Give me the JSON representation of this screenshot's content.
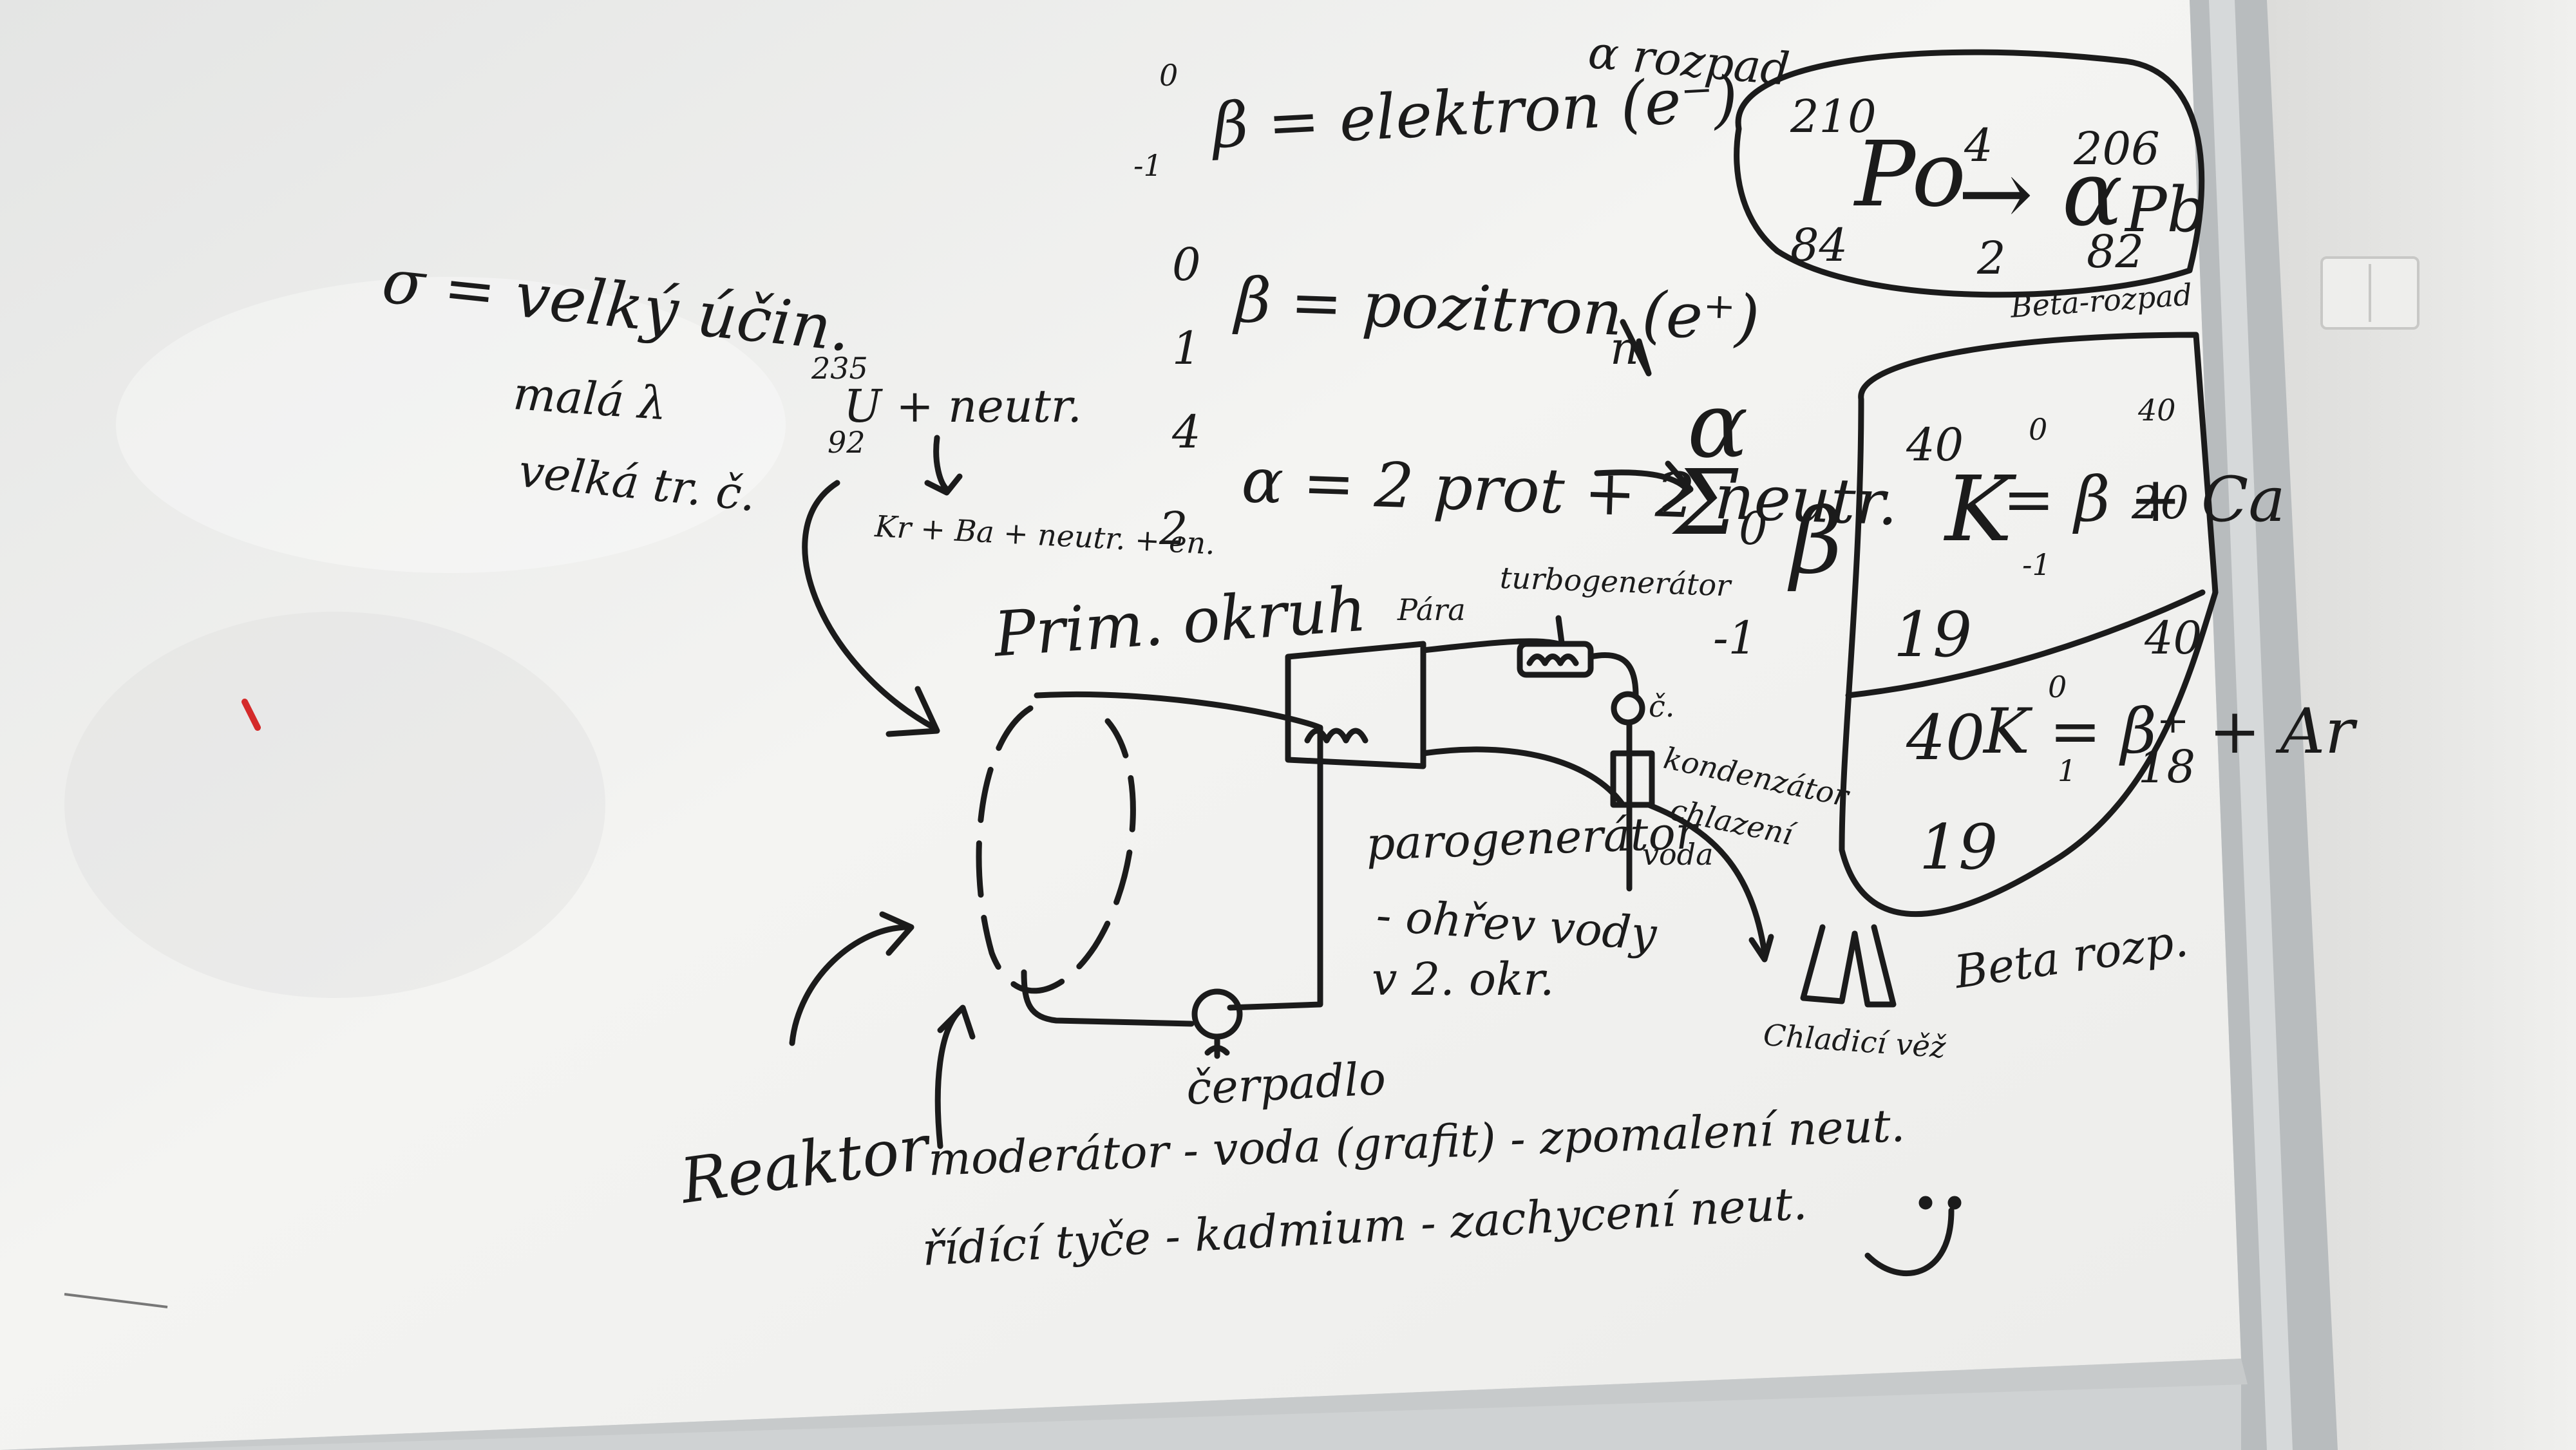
{
  "labels": {
    "alpha_rozpad": "α rozpad",
    "po_mass": "210",
    "po_symbol": "Po",
    "po_atomic": "84",
    "arrow_alpha": "→ α",
    "alpha_mass": "4",
    "alpha_atomic": "2",
    "pb_mass": "206",
    "pb_symbol": "Pb",
    "pb_atomic": "82",
    "beta_rozpad": "Beta-rozpad",
    "k40_mass": "40",
    "k40_symbol": "K",
    "k40_eq": "= β + Ca",
    "k40_atomic": "19",
    "beta_zero": "0",
    "beta_minus_one": "-1",
    "ca_mass": "40",
    "ca_atomic": "20",
    "k40b_mass": "40",
    "k40b_eq": "K = β⁺ + Ar",
    "k40b_atomic": "19",
    "betaplus_zero": "0",
    "betaplus_one": "1",
    "ar_mass": "40",
    "ar_atomic": "18",
    "beta_electron": "β = elektron (e⁻)",
    "beta_electron_top": "0",
    "beta_electron_bottom": "-1",
    "beta_positron": "β = pozitron (e⁺)",
    "beta_positron_top": "0",
    "beta_positron_bottom": "1",
    "alpha_def": "α = 2 prot + 2 neutr.",
    "alpha_top": "4",
    "alpha_bottom": "2",
    "big_alpha": "α",
    "big_beta": "β",
    "big_beta_top": "0",
    "big_beta_bottom": "-1",
    "sigma": "Σ",
    "small_n": "n",
    "sigma_label": "σ = velký účin.",
    "mala_lambda": "malá λ",
    "velka_lambda": "velká tr. č.",
    "u235_mass": "235",
    "u235": "U + neutr.",
    "u235_atomic": "92",
    "fission": "Kr + Ba + neutr. + en.",
    "prim_okruh": "Prim. okruh",
    "para": "Pára",
    "turbogenerator": "turbogenerátor",
    "c_label": "č.",
    "kondenzator": "kondenzátor",
    "chlazeni": "chlazení",
    "voda": "voda",
    "parogenerator": "parogenerátor",
    "ohrev_vody": "- ohřev vody",
    "v_2_okr": "v 2. okr.",
    "cerpadlo": "čerpadlo",
    "chladici_vez": "Chladicí věž",
    "beta_rozp_small": "Beta rozp.",
    "reaktor": "Reaktor",
    "moderator_line": "moderátor - voda (grafit) - zpomalení neut.",
    "ridici_tyce_line": "řídící tyče - kadmium - zachycení neut.",
    "smiley": "☺"
  },
  "colors": {
    "ink": "#1b1b1b",
    "board": "#f2f2f0",
    "frame": "#b9bdbf",
    "wall": "#e6e6e4"
  }
}
